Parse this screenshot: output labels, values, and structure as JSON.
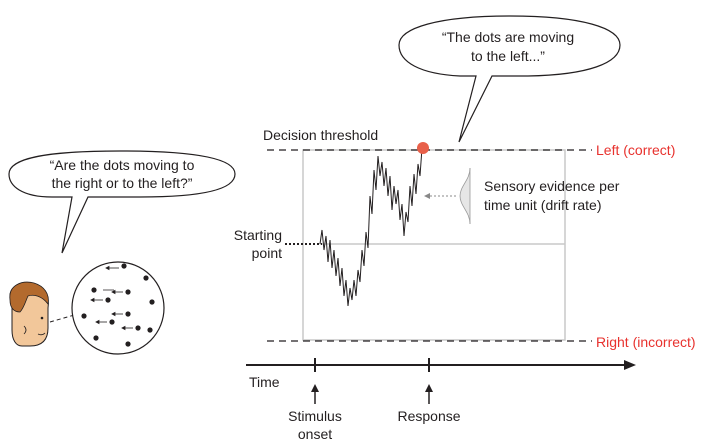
{
  "bubbles": {
    "question_line1": "“Are the dots moving to",
    "question_line2": "the right or to the left?”",
    "answer_line1": "“The dots are moving",
    "answer_line2": "to the left...”"
  },
  "labels": {
    "decision_threshold": "Decision threshold",
    "starting_point_line1": "Starting",
    "starting_point_line2": "point",
    "left_correct": "Left (correct)",
    "right_incorrect": "Right (incorrect)",
    "drift_line1": "Sensory evidence per",
    "drift_line2": "time unit (drift rate)",
    "time": "Time",
    "stimulus_line1": "Stimulus",
    "stimulus_line2": "onset",
    "response": "Response"
  },
  "colors": {
    "accent_red": "#e8322e",
    "threshold_dot": "#e8604a",
    "text": "#231f20",
    "box_gray": "#c8c8c8"
  },
  "icons": {
    "observer": "person-face-icon",
    "dots": "moving-dots-stimulus-icon"
  }
}
